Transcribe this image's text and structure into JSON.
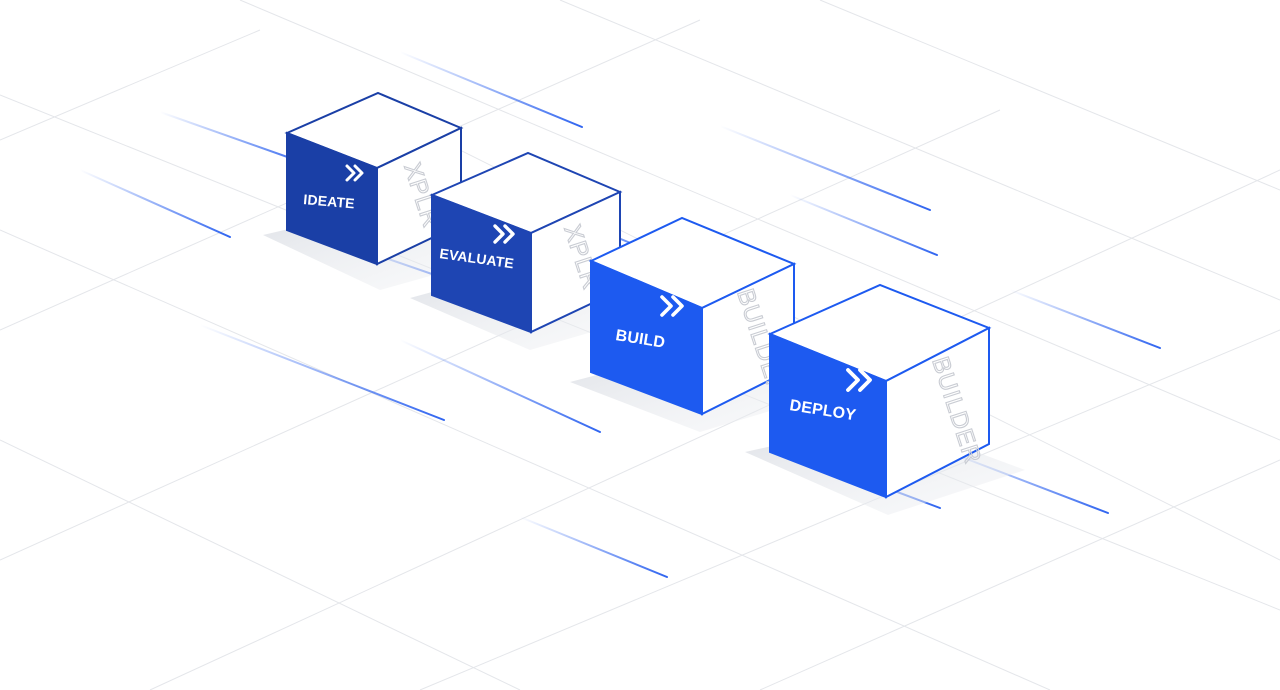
{
  "diagram": {
    "steps": [
      {
        "label": "IDEATE",
        "product": "XPLR",
        "color": "#1a3fa6"
      },
      {
        "label": "EVALUATE",
        "product": "XPLR",
        "color": "#1e45b3"
      },
      {
        "label": "BUILD",
        "product": "BUILDER",
        "color": "#1d5af0"
      },
      {
        "label": "DEPLOY",
        "product": "BUILDER",
        "color": "#1d5af0"
      }
    ],
    "colors": {
      "line_accent": "#2f64f0",
      "grid": "#e6e8ec",
      "cube_top": "#ffffff",
      "cube_side": "#ffffff",
      "side_text": "#c9ccd3"
    },
    "icon": "double-chevron-right-icon"
  }
}
